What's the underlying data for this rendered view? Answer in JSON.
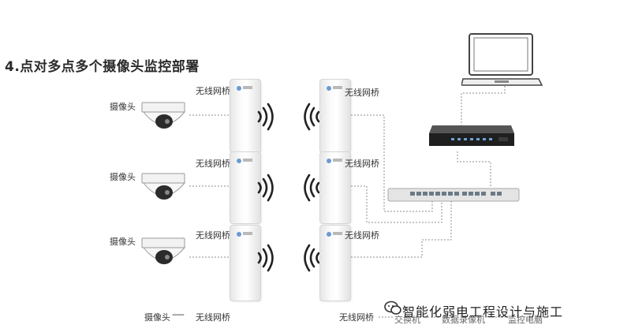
{
  "title": "4.点对多点多个摄像头监控部署",
  "camera_label": "摄像头",
  "bridge_label": "无线网桥",
  "footer": {
    "camera": "摄像头",
    "camera_dash": "-----",
    "bridge": "无线网桥",
    "bridge_right": "无线网桥",
    "switch": "交换机",
    "recorder": "数据录像机",
    "monitor": "监控电脑"
  },
  "watermark": "智能化弱电工程设计与施工"
}
